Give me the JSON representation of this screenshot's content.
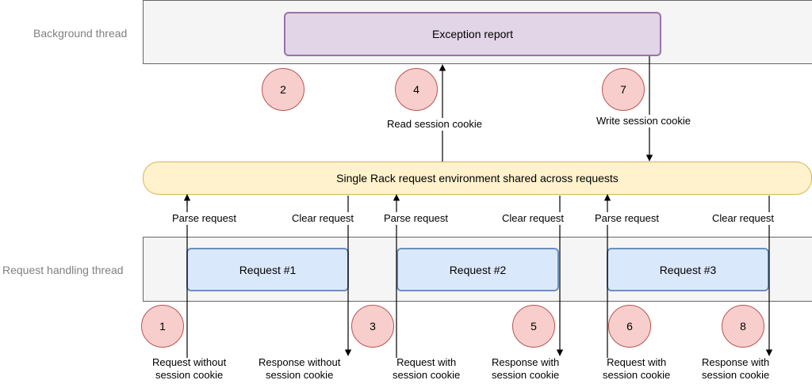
{
  "lanes": {
    "background": "Background thread",
    "request": "Request handling thread"
  },
  "exception_report": "Exception report",
  "environment": "Single Rack request environment shared across requests",
  "requests": [
    "Request #1",
    "Request #2",
    "Request #3"
  ],
  "badges": [
    "1",
    "2",
    "3",
    "4",
    "5",
    "6",
    "7",
    "8"
  ],
  "labels": {
    "read_session_cookie": "Read session cookie",
    "write_session_cookie": "Write session cookie",
    "parse_request": "Parse request",
    "clear_request": "Clear request",
    "request_without_line1": "Request without",
    "request_without_line2": "session cookie",
    "response_without_line1": "Response without",
    "response_without_line2": "session cookie",
    "request_with_line1": "Request with",
    "request_with_line2": "session cookie",
    "response_with_line1": "Response with",
    "response_with_line2": "session cookie"
  },
  "colors": {
    "exception_fill": "#e1d5e7",
    "exception_border": "#9673a6",
    "environment_fill": "#fff2cc",
    "environment_border": "#d6b656",
    "request_fill": "#dae8fc",
    "request_border": "#6c8ebf",
    "badge_fill": "#f8cecc",
    "badge_border": "#b85450"
  }
}
